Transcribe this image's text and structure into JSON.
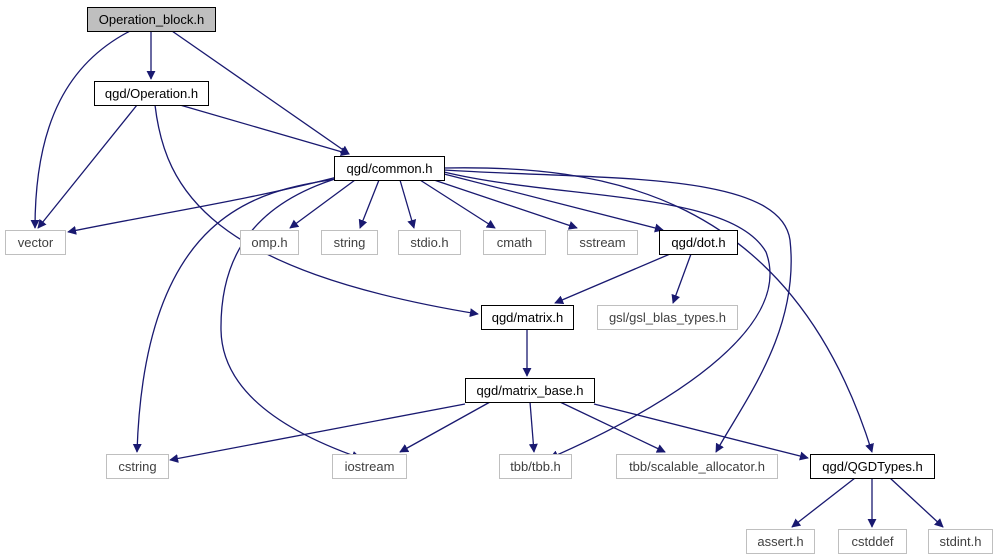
{
  "colors": {
    "edge": "#191970",
    "root_fill": "#bfbfbf",
    "project_border": "#000000",
    "system_border": "#bfbfbf",
    "system_text": "#404040",
    "text": "#000000"
  },
  "nodes": [
    {
      "id": "operation_block",
      "label": "Operation_block.h",
      "kind": "root"
    },
    {
      "id": "qgd_operation",
      "label": "qgd/Operation.h",
      "kind": "project"
    },
    {
      "id": "qgd_common",
      "label": "qgd/common.h",
      "kind": "project"
    },
    {
      "id": "vector",
      "label": "vector",
      "kind": "system"
    },
    {
      "id": "omp",
      "label": "omp.h",
      "kind": "system"
    },
    {
      "id": "string",
      "label": "string",
      "kind": "system"
    },
    {
      "id": "stdio",
      "label": "stdio.h",
      "kind": "system"
    },
    {
      "id": "cmath",
      "label": "cmath",
      "kind": "system"
    },
    {
      "id": "sstream",
      "label": "sstream",
      "kind": "system"
    },
    {
      "id": "qgd_dot",
      "label": "qgd/dot.h",
      "kind": "project"
    },
    {
      "id": "qgd_matrix",
      "label": "qgd/matrix.h",
      "kind": "project"
    },
    {
      "id": "gsl_blas",
      "label": "gsl/gsl_blas_types.h",
      "kind": "system"
    },
    {
      "id": "qgd_matrix_base",
      "label": "qgd/matrix_base.h",
      "kind": "project"
    },
    {
      "id": "cstring",
      "label": "cstring",
      "kind": "system"
    },
    {
      "id": "iostream",
      "label": "iostream",
      "kind": "system"
    },
    {
      "id": "tbb",
      "label": "tbb/tbb.h",
      "kind": "system"
    },
    {
      "id": "tbb_scalable",
      "label": "tbb/scalable_allocator.h",
      "kind": "system"
    },
    {
      "id": "qgd_types",
      "label": "qgd/QGDTypes.h",
      "kind": "project"
    },
    {
      "id": "assert",
      "label": "assert.h",
      "kind": "system"
    },
    {
      "id": "cstddef",
      "label": "cstddef",
      "kind": "system"
    },
    {
      "id": "stdint",
      "label": "stdint.h",
      "kind": "system"
    }
  ],
  "edges": [
    {
      "from": "operation_block",
      "to": "qgd_operation"
    },
    {
      "from": "operation_block",
      "to": "vector"
    },
    {
      "from": "operation_block",
      "to": "qgd_common"
    },
    {
      "from": "qgd_operation",
      "to": "vector"
    },
    {
      "from": "qgd_operation",
      "to": "qgd_common"
    },
    {
      "from": "qgd_operation",
      "to": "qgd_matrix"
    },
    {
      "from": "qgd_common",
      "to": "vector"
    },
    {
      "from": "qgd_common",
      "to": "omp"
    },
    {
      "from": "qgd_common",
      "to": "string"
    },
    {
      "from": "qgd_common",
      "to": "stdio"
    },
    {
      "from": "qgd_common",
      "to": "cmath"
    },
    {
      "from": "qgd_common",
      "to": "sstream"
    },
    {
      "from": "qgd_common",
      "to": "qgd_dot"
    },
    {
      "from": "qgd_common",
      "to": "cstring"
    },
    {
      "from": "qgd_common",
      "to": "iostream"
    },
    {
      "from": "qgd_common",
      "to": "tbb"
    },
    {
      "from": "qgd_common",
      "to": "tbb_scalable"
    },
    {
      "from": "qgd_common",
      "to": "qgd_types"
    },
    {
      "from": "qgd_dot",
      "to": "qgd_matrix"
    },
    {
      "from": "qgd_dot",
      "to": "gsl_blas"
    },
    {
      "from": "qgd_matrix",
      "to": "qgd_matrix_base"
    },
    {
      "from": "qgd_matrix_base",
      "to": "cstring"
    },
    {
      "from": "qgd_matrix_base",
      "to": "iostream"
    },
    {
      "from": "qgd_matrix_base",
      "to": "tbb"
    },
    {
      "from": "qgd_matrix_base",
      "to": "tbb_scalable"
    },
    {
      "from": "qgd_matrix_base",
      "to": "qgd_types"
    },
    {
      "from": "qgd_types",
      "to": "assert"
    },
    {
      "from": "qgd_types",
      "to": "cstddef"
    },
    {
      "from": "qgd_types",
      "to": "stdint"
    }
  ]
}
